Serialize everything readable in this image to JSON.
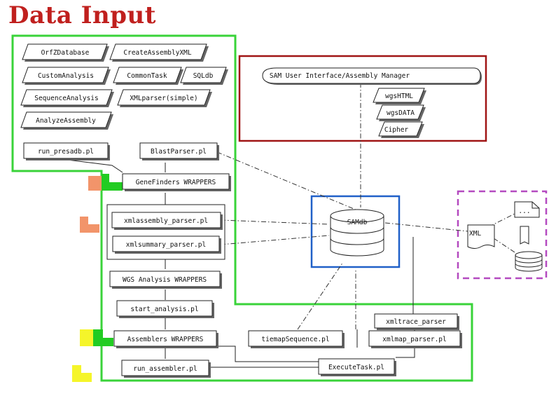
{
  "title": "Data Input",
  "colors": {
    "title": "#c0201e",
    "green_region": "#39d339",
    "red_region": "#a01515",
    "blue_region": "#2060c8",
    "purple_region": "#b44ac0",
    "orange_marker": "#f2946a",
    "green_marker": "#22cc22",
    "yellow_marker": "#f5f52a"
  },
  "green_region": {
    "modules": {
      "orf_z_database": "OrfZDatabase",
      "create_assembly_xml": "CreateAssemblyXML",
      "custom_analysis": "CustomAnalysis",
      "common_task": "CommonTask",
      "sql_db": "SQLdb",
      "sequence_analysis": "SequenceAnalysis",
      "xml_parser_simple": "XMLparser(simple)",
      "analyze_assembly": "AnalyzeAssembly"
    },
    "scripts": {
      "run_presadb": "run_presadb.pl",
      "blast_parser": "BlastParser.pl",
      "gene_finders_wrappers": "GeneFinders WRAPPERS",
      "xmlassembly_parser": "xmlassembly_parser.pl",
      "xmlsummary_parser": "xmlsummary_parser.pl",
      "wgs_analysis_wrappers": "WGS Analysis WRAPPERS",
      "start_analysis": "start_analysis.pl",
      "xmltrace_parser": "xmltrace_parser",
      "assemblers_wrappers": "Assemblers WRAPPERS",
      "tiemap_sequence": "tiemapSequence.pl",
      "xmlmap_parser": "xmlmap_parser.pl",
      "run_assembler": "run_assembler.pl",
      "execute_task": "ExecuteTask.pl"
    }
  },
  "red_region": {
    "sam_ui": "SAM User Interface/Assembly Manager",
    "wgs_html": "wgsHTML",
    "wgs_data": "wgsDATA",
    "cipher": "Cipher"
  },
  "blue_region": {
    "database": "SAMdb"
  },
  "purple_region": {
    "more": "...",
    "xml": "XML"
  }
}
